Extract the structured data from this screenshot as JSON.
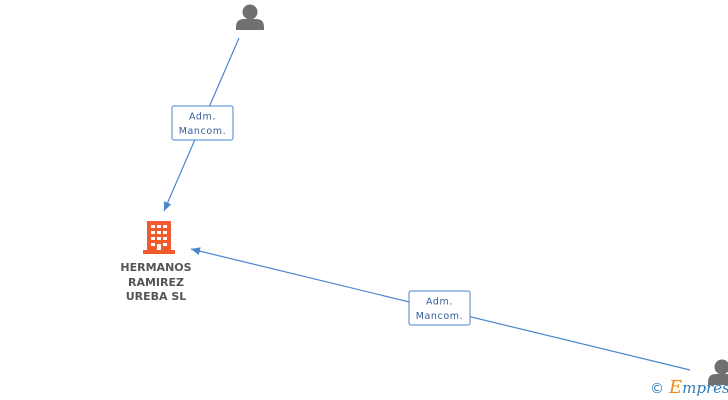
{
  "nodes": {
    "company": {
      "name_lines": [
        "HERMANOS",
        "RAMIREZ",
        "UREBA SL"
      ],
      "icon": "building-icon",
      "color": "#f2592d"
    },
    "person_top": {
      "icon": "person-icon",
      "color": "#707070"
    },
    "person_bottom_right": {
      "icon": "person-icon",
      "color": "#707070"
    }
  },
  "edges": [
    {
      "from": "person_top",
      "to": "company",
      "label_line1": "Adm.",
      "label_line2": "Mancom."
    },
    {
      "from": "person_bottom_right",
      "to": "company",
      "label_line1": "Adm.",
      "label_line2": "Mancom."
    }
  ],
  "edge_color": "#4a86d0",
  "watermark": {
    "copyright": "©",
    "brand_initial": "E",
    "brand_rest": "mpresi",
    "initial_color": "#f08a1c",
    "text_color": "#2c7ab8"
  }
}
